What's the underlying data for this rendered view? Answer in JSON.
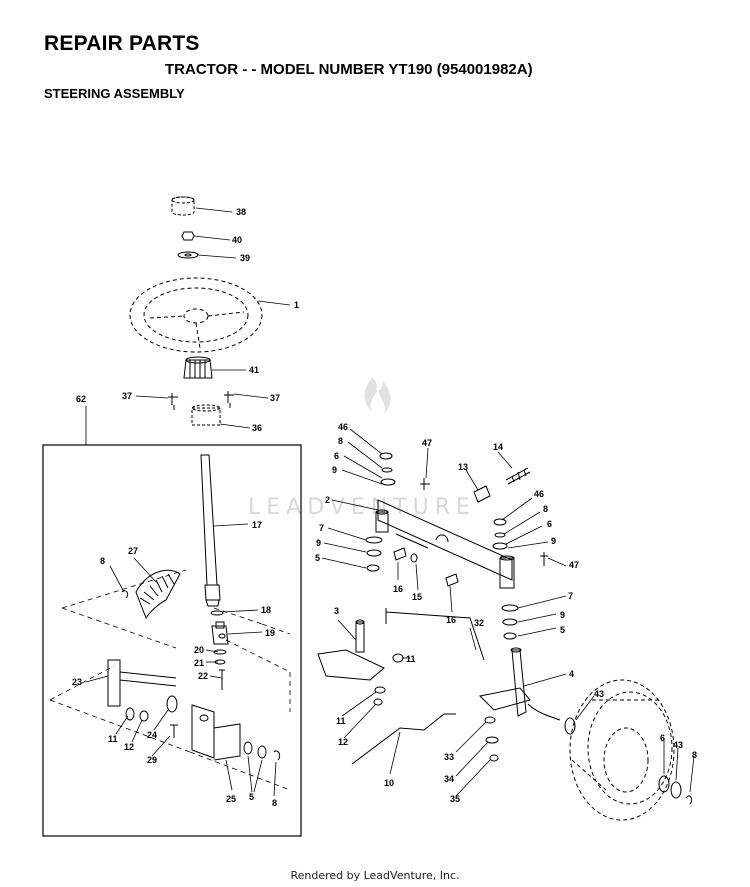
{
  "header": {
    "title": "REPAIR PARTS",
    "subtitle": "TRACTOR - - MODEL NUMBER YT190 (954001982A)",
    "section": "STEERING ASSEMBLY"
  },
  "diagram": {
    "watermark": "LEADVENTURE",
    "part_labels": [
      "38",
      "40",
      "39",
      "1",
      "41",
      "37",
      "37",
      "36",
      "62",
      "17",
      "8",
      "27",
      "18",
      "19",
      "20",
      "21",
      "22",
      "23",
      "11",
      "12",
      "24",
      "29",
      "25",
      "5",
      "8",
      "46",
      "8",
      "6",
      "9",
      "2",
      "7",
      "9",
      "5",
      "47",
      "14",
      "13",
      "46",
      "8",
      "6",
      "9",
      "47",
      "16",
      "15",
      "16",
      "3",
      "32",
      "11",
      "11",
      "12",
      "10",
      "7",
      "9",
      "5",
      "4",
      "43",
      "33",
      "34",
      "35",
      "6",
      "43",
      "8"
    ]
  },
  "footer": {
    "text": "Rendered by LeadVenture, Inc."
  }
}
